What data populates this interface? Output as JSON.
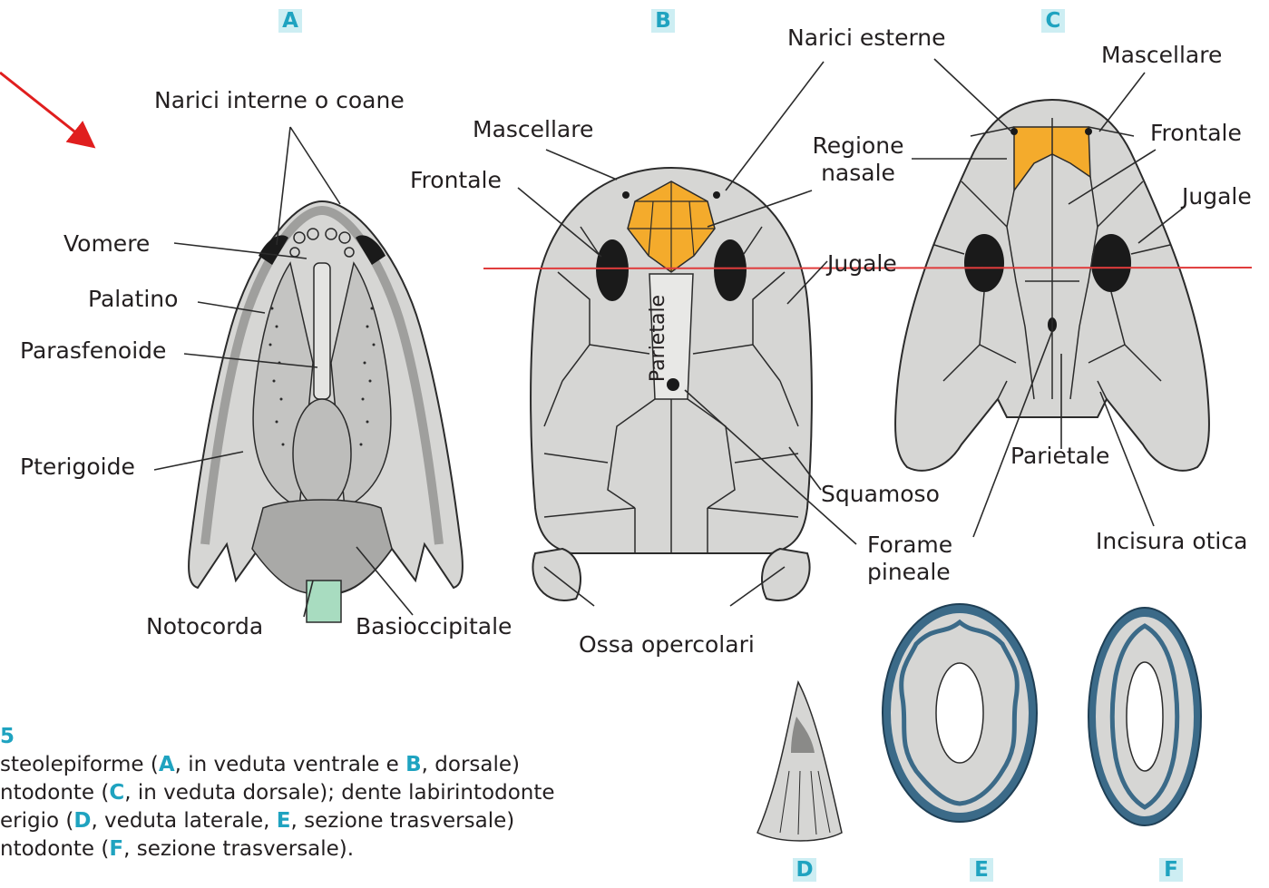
{
  "colors": {
    "bone": "#d6d6d4",
    "bone_dark": "#9f9f9d",
    "suture": "#2b2b2b",
    "nasal_highlight": "#f4ab2c",
    "notochord": "#a8dcc0",
    "tooth_outer": "#3b6a88",
    "panel_label": "#1fa3c0",
    "section_line": "#e03c3c",
    "arrow": "#e01e1e"
  },
  "panels": {
    "A": "A",
    "B": "B",
    "C": "C",
    "D": "D",
    "E": "E",
    "F": "F"
  },
  "labels": {
    "narici_interne": "Narici interne o coane",
    "vomere": "Vomere",
    "palatino": "Palatino",
    "parasfenoide": "Parasfenoide",
    "pterigoide": "Pterigoide",
    "notocorda": "Notocorda",
    "basioccipitale": "Basioccipitale",
    "mascellare_b": "Mascellare",
    "frontale_b": "Frontale",
    "narici_esterne": "Narici esterne",
    "regione_nasale": "Regione\nnasale",
    "jugale_b": "Jugale",
    "parietale_b": "Parietale",
    "squamoso": "Squamoso",
    "forame_pineale": "Forame\npineale",
    "ossa_opercolari": "Ossa opercolari",
    "mascellare_c": "Mascellare",
    "frontale_c": "Frontale",
    "jugale_c": "Jugale",
    "parietale_c": "Parietale",
    "incisura_otica": "Incisura otica"
  },
  "caption": {
    "number": "5",
    "line1_pre": "steolepiforme (",
    "line1_a": "A",
    "line1_mid": ", in veduta ventrale e ",
    "line1_b": "B",
    "line1_post": ", dorsale)",
    "line2_pre": "ntodonte (",
    "line2_c": "C",
    "line2_post": ", in veduta dorsale); dente labirintodonte",
    "line3_pre": "erigio (",
    "line3_d": "D",
    "line3_mid": ", veduta laterale, ",
    "line3_e": "E",
    "line3_post": ", sezione trasversale)",
    "line4_pre": "ntodonte (",
    "line4_f": "F",
    "line4_post": ", sezione trasversale)."
  }
}
